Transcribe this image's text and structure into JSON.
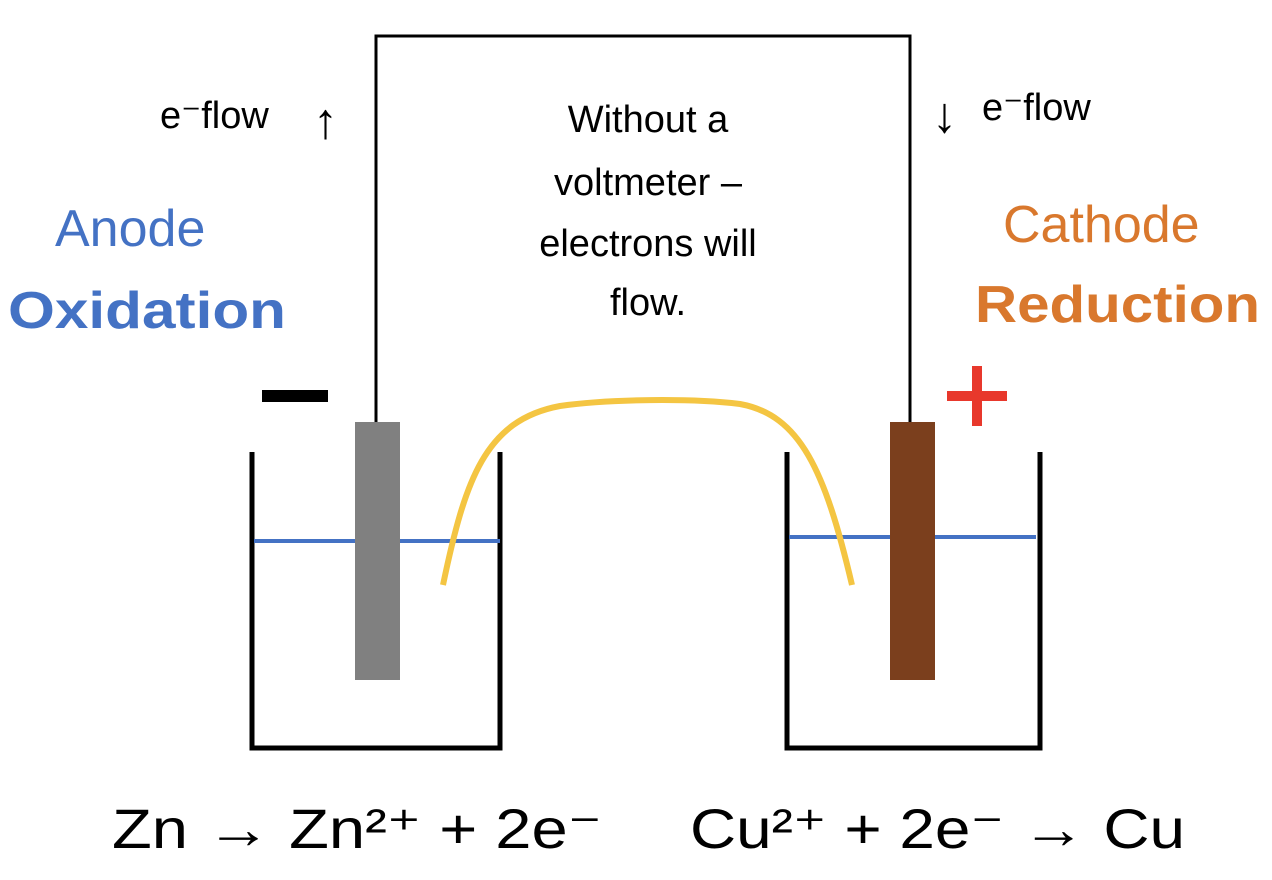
{
  "labels": {
    "left_flow": "e⁻flow",
    "right_flow": "e⁻flow",
    "center_note": [
      "Without a",
      "voltmeter –",
      "electrons will",
      "flow."
    ],
    "anode": "Anode",
    "oxidation": "Oxidation",
    "cathode": "Cathode",
    "reduction": "Reduction",
    "anode_equation": "Zn → Zn²⁺ + 2e⁻",
    "cathode_equation": "Cu²⁺ + 2e⁻ → Cu"
  },
  "symbols": {
    "left_arrow": "↑",
    "right_arrow": "↓",
    "anode_sign": "negative",
    "cathode_sign": "positive"
  },
  "colors": {
    "anode": "#4472C4",
    "cathode": "#D9782D",
    "zinc_electrode": "#808080",
    "copper_electrode": "#7B3F1D",
    "salt_bridge": "#F4C542",
    "solution_level": "#4472C4",
    "plus_sign": "#E8382C"
  }
}
